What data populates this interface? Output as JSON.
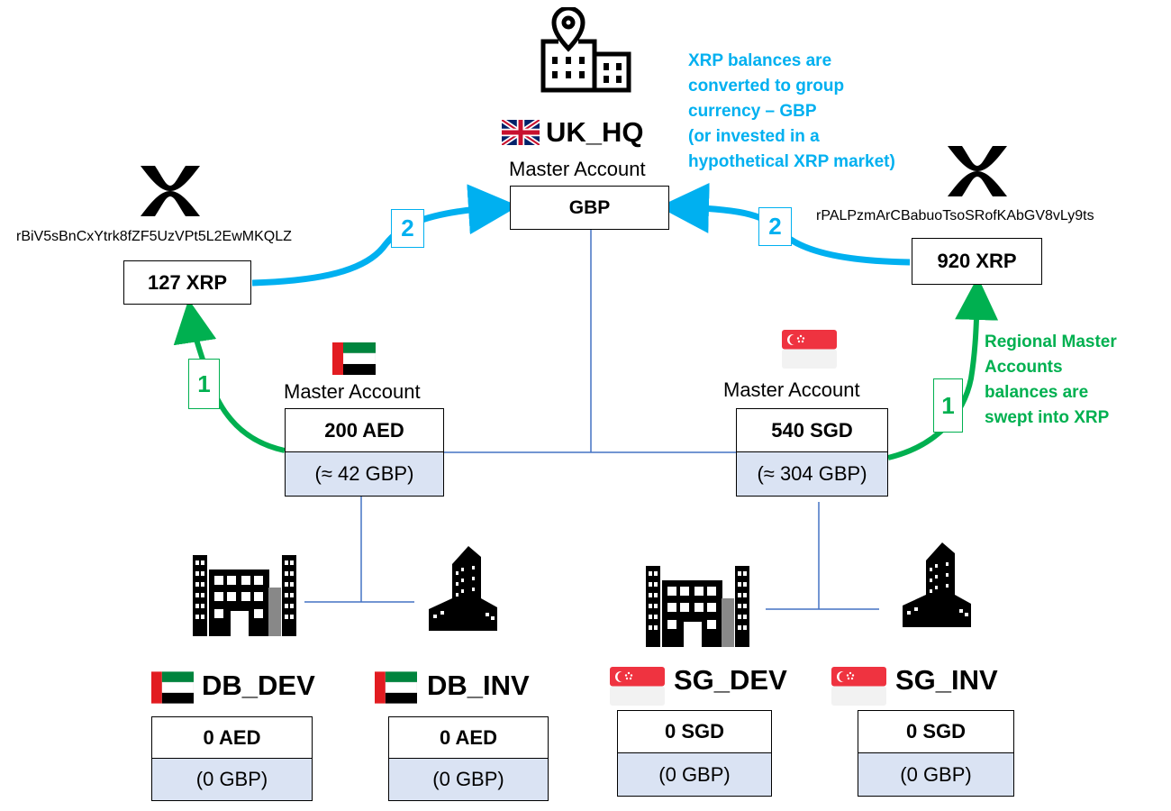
{
  "hq": {
    "name": "UK_HQ",
    "master_label": "Master Account",
    "currency": "GBP"
  },
  "xrp_left": {
    "address": "rBiV5sBnCxYtrk8fZF5UzVPt5L2EwMKQLZ",
    "balance": "127 XRP"
  },
  "xrp_right": {
    "address": "rPALPzmArCBabuoTsoSRofKAbGV8vLy9ts",
    "balance": "920 XRP"
  },
  "uae_master": {
    "label": "Master Account",
    "balance": "200 AED",
    "gbp": "(≈ 42 GBP)"
  },
  "sg_master": {
    "label": "Master Account",
    "balance": "540 SGD",
    "gbp": "(≈ 304 GBP)"
  },
  "steps": {
    "one": "1",
    "two": "2"
  },
  "notes": {
    "xrp_convert": [
      "XRP balances are",
      "converted to group",
      "currency – GBP",
      "(or invested in a",
      "hypothetical XRP market)"
    ],
    "sweep": [
      "Regional Master",
      "Accounts",
      "balances are",
      "swept into XRP"
    ]
  },
  "subsidiaries": [
    {
      "name": "DB_DEV",
      "balance": "0 AED",
      "gbp": "(0 GBP)"
    },
    {
      "name": "DB_INV",
      "balance": "0 AED",
      "gbp": "(0 GBP)"
    },
    {
      "name": "SG_DEV",
      "balance": "0 SGD",
      "gbp": "(0 GBP)"
    },
    {
      "name": "SG_INV",
      "balance": "0 SGD",
      "gbp": "(0 GBP)"
    }
  ],
  "colors": {
    "blue_arrow": "#00b0f0",
    "green_arrow": "#00b050",
    "tree_line": "#4472c4",
    "gbp_fill": "#dae3f3"
  },
  "icons": [
    "hq-building-location-icon",
    "xrp-logo-icon",
    "office-building-icon",
    "skyscraper-icon",
    "uk-flag-icon",
    "uae-flag-icon",
    "singapore-flag-icon"
  ]
}
